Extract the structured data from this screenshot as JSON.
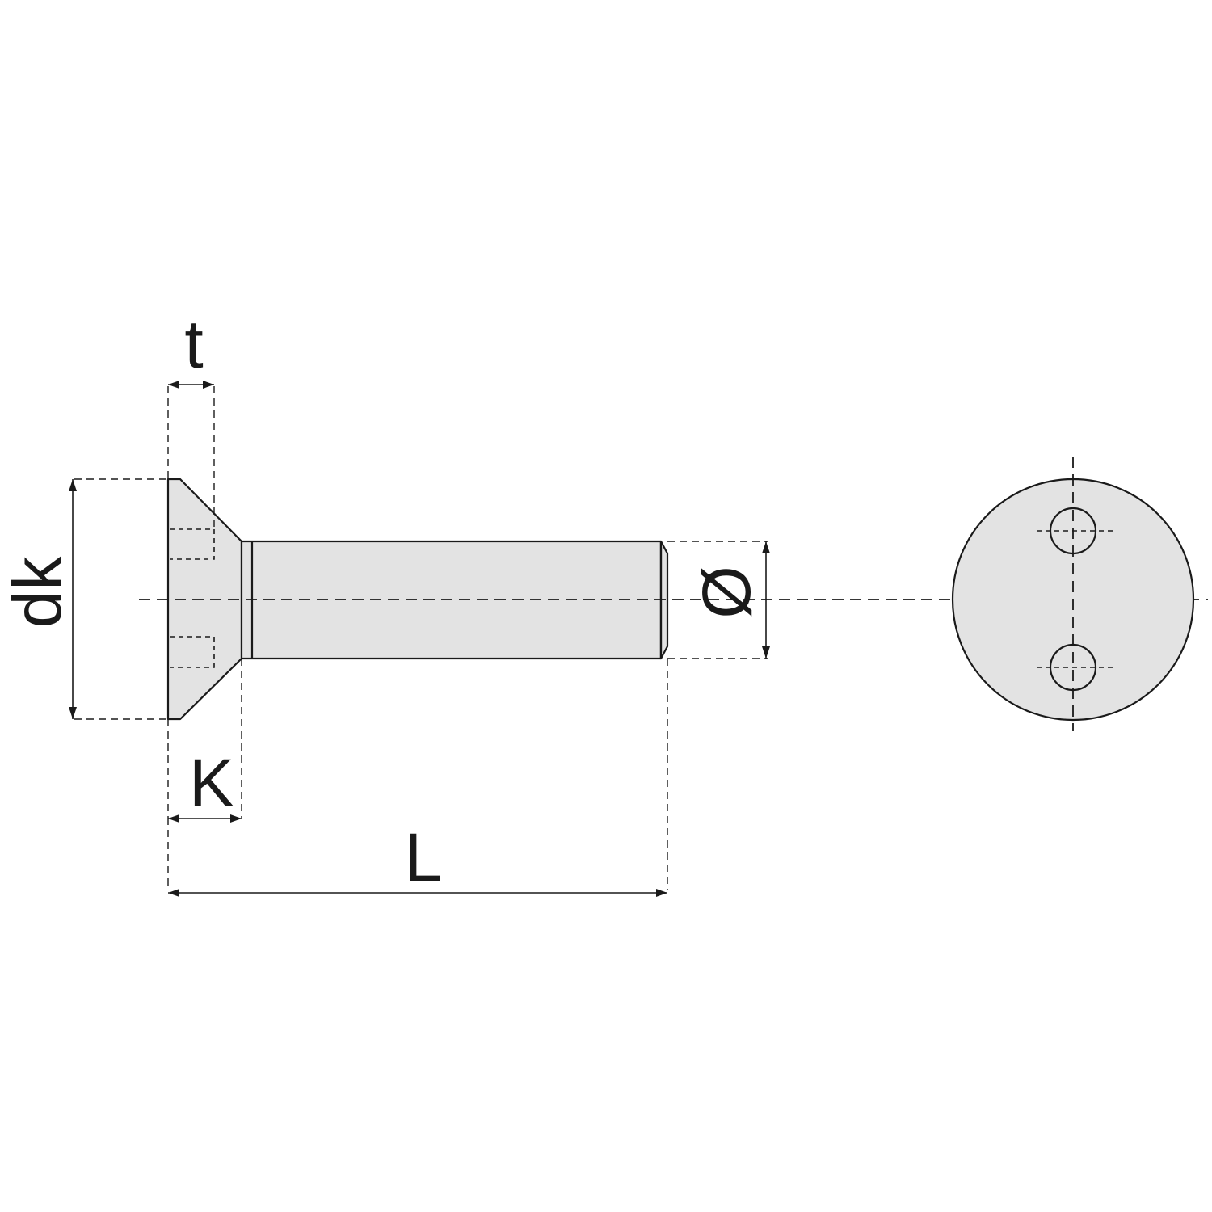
{
  "labels": {
    "t": "t",
    "dk": "dk",
    "k": "K",
    "l": "L",
    "diameter": "Ø"
  },
  "colors": {
    "part_fill": "#e3e3e3",
    "line": "#1a1a1a",
    "background": "#ffffff"
  }
}
